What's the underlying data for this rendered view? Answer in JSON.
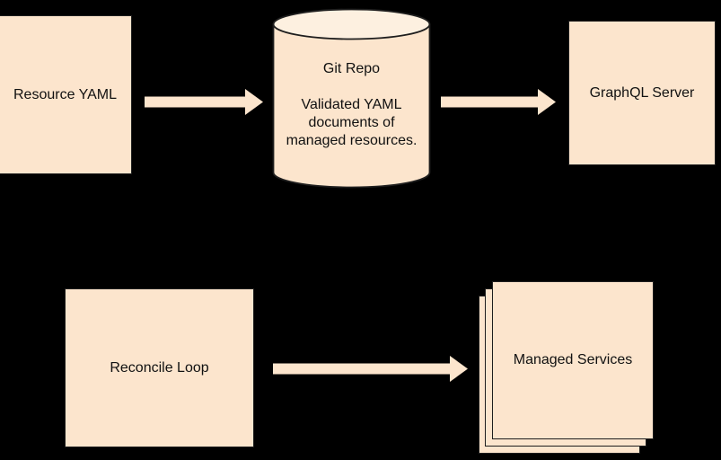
{
  "colors": {
    "background": "#000000",
    "shape_fill": "#FCE5CD",
    "shape_fill_light": "#FDF0E0",
    "shape_border": "#1e1e1e",
    "text": "#111111"
  },
  "diagram": {
    "nodes": {
      "resource_yaml": {
        "label": "Resource YAML"
      },
      "git_repo": {
        "title": "Git Repo",
        "line1": "Validated YAML",
        "line2": "documents of",
        "line3": "managed resources."
      },
      "graphql_server": {
        "label": "GraphQL Server"
      },
      "reconcile_loop": {
        "label": "Reconcile Loop"
      },
      "managed_services": {
        "label": "Managed Services"
      }
    },
    "edges": [
      {
        "from": "Resource YAML",
        "to": "Git Repo"
      },
      {
        "from": "Git Repo",
        "to": "GraphQL Server"
      },
      {
        "from": "Reconcile Loop",
        "to": "Managed Services"
      }
    ]
  }
}
